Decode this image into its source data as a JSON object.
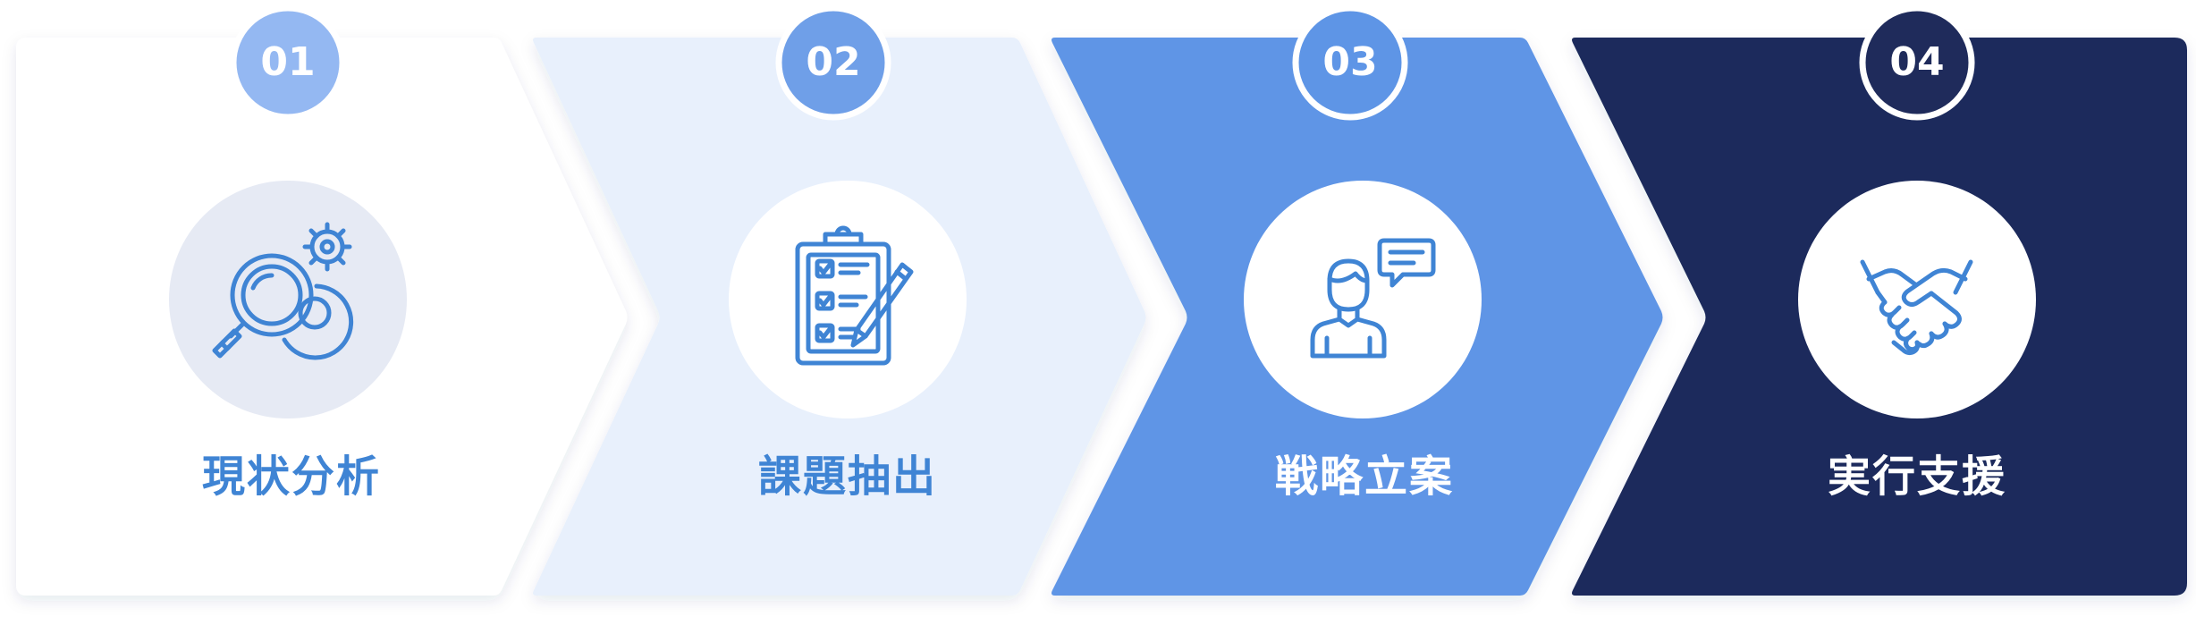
{
  "steps": [
    {
      "number": "01",
      "label": "現状分析",
      "icon": "magnifier-gears-icon",
      "panel_color": "#ffffff",
      "badge_color": "#94b8f2",
      "disc_color": "#e6eaf4",
      "icon_color": "#3f84d4",
      "label_color": "#3f84d4"
    },
    {
      "number": "02",
      "label": "課題抽出",
      "icon": "clipboard-checklist-icon",
      "panel_color": "#e8f0fc",
      "badge_color": "#6f9fe8",
      "disc_color": "#ffffff",
      "icon_color": "#3f84d4",
      "label_color": "#3f84d4"
    },
    {
      "number": "03",
      "label": "戦略立案",
      "icon": "consultant-chat-icon",
      "panel_color": "#5e95e6",
      "badge_color": "#5e95e6",
      "disc_color": "#ffffff",
      "icon_color": "#3f84d4",
      "label_color": "#ffffff"
    },
    {
      "number": "04",
      "label": "実行支援",
      "icon": "handshake-icon",
      "panel_color": "#1f2b5b",
      "badge_color": "#1f2b5b",
      "disc_color": "#ffffff",
      "icon_color": "#3f84d4",
      "label_color": "#ffffff"
    }
  ]
}
